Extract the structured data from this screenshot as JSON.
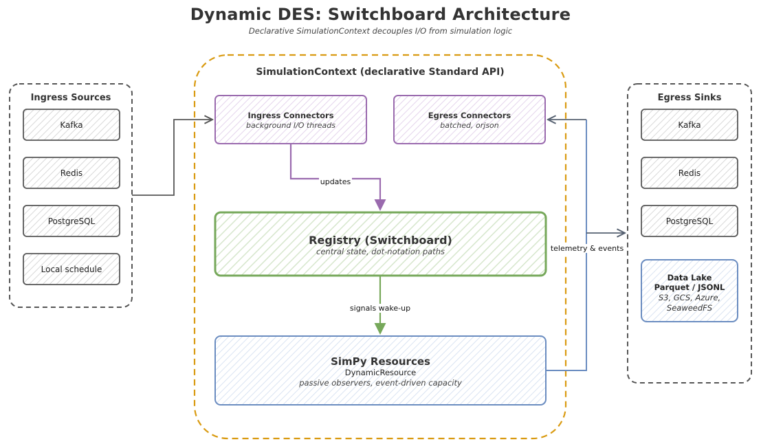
{
  "title": "Dynamic DES: Switchboard Architecture",
  "subtitle": "Declarative SimulationContext decouples I/O from simulation logic",
  "ingress": {
    "title": "Ingress Sources",
    "items": [
      "Kafka",
      "Redis",
      "PostgreSQL",
      "Local schedule"
    ]
  },
  "egress": {
    "title": "Egress Sinks",
    "items": [
      "Kafka",
      "Redis",
      "PostgreSQL"
    ],
    "lake": {
      "title": "Data Lake",
      "format": "Parquet / JSONL",
      "targets": "S3, GCS, Azure,",
      "targets2": "SeaweedFS"
    }
  },
  "context": {
    "title": "SimulationContext (declarative Standard API)",
    "ingress_connectors": {
      "title": "Ingress Connectors",
      "sub": "background I/O threads"
    },
    "egress_connectors": {
      "title": "Egress Connectors",
      "sub": "batched, orjson"
    },
    "registry": {
      "title": "Registry (Switchboard)",
      "sub": "central state, dot-notation paths"
    },
    "resources": {
      "title": "SimPy Resources",
      "line": "DynamicResource",
      "sub": "passive observers, event-driven capacity"
    }
  },
  "edges": {
    "updates": "updates",
    "signals": "signals wake-up",
    "telemetry": "telemetry & events"
  },
  "colors": {
    "gray": "#555555",
    "orange": "#d99a10",
    "purple": "#9a6aae",
    "green": "#76a85a",
    "blue": "#6a8cc0"
  }
}
